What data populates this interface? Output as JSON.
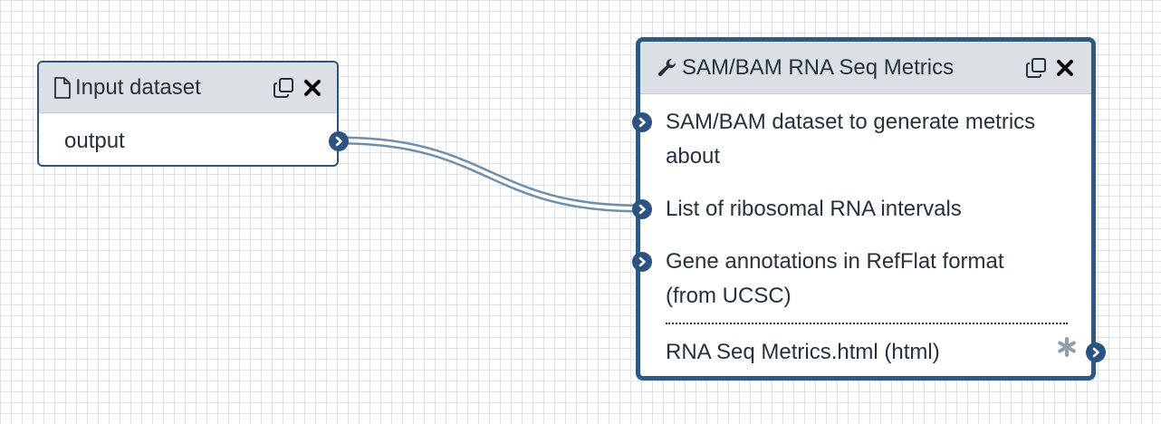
{
  "nodes": {
    "input": {
      "title": "Input dataset",
      "title_icon": "file-icon",
      "output_label": "output"
    },
    "tool": {
      "title": "SAM/BAM RNA Seq Metrics",
      "title_icon": "wrench-icon",
      "inputs": [
        {
          "label": "SAM/BAM dataset to generate metrics about"
        },
        {
          "label": "List of ribosomal RNA intervals"
        },
        {
          "label": "Gene annotations in RefFlat format (from UCSC)"
        }
      ],
      "output": {
        "label": "RNA Seq Metrics.html (html)",
        "marker_icon": "asterisk-icon"
      }
    }
  },
  "header_actions": {
    "clone_icon": "clone-icon",
    "close_icon": "close-icon"
  },
  "connection": {
    "from": "output",
    "to": "List of ribosomal RNA intervals"
  },
  "colors": {
    "node_border": "#2c5282",
    "active_node_border": "#2c5a86",
    "header_background": "#dcdfe3",
    "terminal": "#2c5282",
    "connector": "#8ea6bd",
    "grid": "#dfe2e6"
  }
}
